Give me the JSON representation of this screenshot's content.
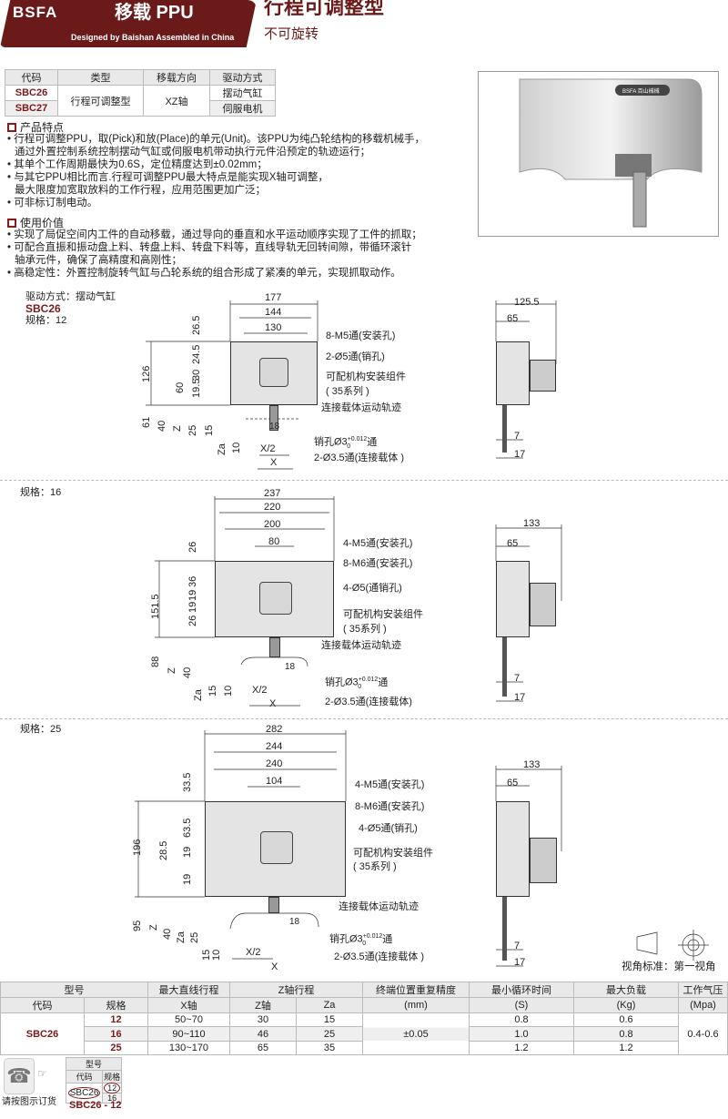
{
  "header": {
    "logo": "BSFA",
    "title": "移载 PPU",
    "subtitle": "Designed by Baishan Assembled in China",
    "page_title": "行程可调整型",
    "page_subtitle": "不可旋转",
    "brand_color": "#6b1a1a"
  },
  "type_table": {
    "headers": [
      "代码",
      "类型",
      "移载方向",
      "驱动方式"
    ],
    "rows": [
      {
        "code": "SBC26",
        "drive": "摆动气缸"
      },
      {
        "code": "SBC27",
        "drive": "伺服电机"
      }
    ],
    "type": "行程可调整型",
    "direction": "XZ轴"
  },
  "features": {
    "title": "产品特点",
    "items": [
      "行程可调整PPU，取(Pick)和放(Place)的单元(Unit)。该PPU为纯凸轮结构的移载机械手，",
      "通过外置控制系统控制摆动气缸或伺服电机带动执行元件沿预定的轨迹运行；",
      "其单个工作周期最快为0.6S，定位精度达到±0.02mm；",
      "与其它PPU相比而言.行程可调整PPU最大特点是能实现X轴可调整，",
      "最大限度加宽取放料的工作行程，应用范围更加广泛；",
      "可非标订制电动。"
    ]
  },
  "values": {
    "title": "使用价值",
    "items": [
      "实现了局促空间内工件的自动移载，通过导向的垂直和水平运动顺序实现了工件的抓取；",
      "可配合直振和振动盘上料、转盘上料、转盘下料等，直线导轨无回转间隙，带循环滚针",
      "轴承元件，确保了高精度和高刚性；",
      "高稳定性：外置控制旋转气缸与凸轮系统的组合形成了紧凑的单元，实现抓取动作。"
    ]
  },
  "photo": {
    "brand": "BSFA 百山械械"
  },
  "d1": {
    "drive": "驱动方式：摆动气缸",
    "code": "SBC26",
    "spec": "规格：12",
    "w": [
      "177",
      "144",
      "130"
    ],
    "left": [
      "26.5",
      "24.5",
      "30",
      "19.5",
      "60",
      "126"
    ],
    "low": [
      "61",
      "40",
      "Z",
      "25",
      "15",
      "Za",
      "10",
      "X/2",
      "X",
      "18"
    ],
    "callouts": [
      "8-M5通(安装孔)",
      "2-Ø5通(销孔)",
      "可配机构安装组件",
      "( 35系列 )",
      "连接载体运动轨迹",
      "销孔Ø3",
      "+0.012",
      "0",
      "通",
      "2-Ø3.5通(连接载体 )"
    ],
    "side": [
      "125.5",
      "65",
      "7",
      "17"
    ]
  },
  "d2": {
    "spec": "规格：16",
    "w": [
      "237",
      "220",
      "200",
      "80"
    ],
    "left": [
      "26",
      "36",
      "19",
      "19",
      "26",
      "151.5"
    ],
    "low": [
      "88",
      "Z",
      "40",
      "Za",
      "15",
      "10",
      "X/2",
      "X",
      "18"
    ],
    "callouts": [
      "4-M5通(安装孔)",
      "8-M6通(安装孔)",
      "4-Ø5(通销孔)",
      "可配机构安装组件",
      "( 35系列 )",
      "连接载体运动轨迹",
      "销孔Ø3",
      "+0.012",
      "0",
      "通",
      "2-Ø3.5通(连接载体)"
    ],
    "side": [
      "133",
      "65",
      "7",
      "17"
    ]
  },
  "d3": {
    "spec": "规格：25",
    "w": [
      "282",
      "244",
      "240",
      "104"
    ],
    "left": [
      "33.5",
      "63.5",
      "19",
      "19",
      "28.5",
      "196"
    ],
    "low": [
      "95",
      "Z",
      "40",
      "Za",
      "25",
      "15",
      "10",
      "X/2",
      "X",
      "18"
    ],
    "callouts": [
      "4-M5通(安装孔)",
      "8-M6通(安装孔)",
      "4-Ø5通(销孔)",
      "可配机构安装组件",
      "( 35系列 )",
      "连接载体运动轨迹",
      "销孔Ø3",
      "+0.012",
      "0",
      "通",
      "2-Ø3.5通(连接载体 )"
    ],
    "side": [
      "133",
      "65",
      "7",
      "17"
    ]
  },
  "view_angle": "视角标准：第一视角",
  "spec_table": {
    "h1": [
      "型号",
      "最大直线行程",
      "Z轴行程",
      "终端位置重复精度",
      "最小循环时间",
      "最大负载",
      "工作气压"
    ],
    "h2": [
      "代码",
      "规格",
      "X轴",
      "Z轴",
      "Za",
      "(mm)",
      "(S)",
      "(Kg)",
      "(Mpa)"
    ],
    "code": "SBC26",
    "precision": "±0.05",
    "pressure": "0.4-0.6",
    "rows": [
      {
        "spec": "12",
        "x": "50~70",
        "z": "30",
        "za": "15",
        "t": "0.8",
        "load": "0.6"
      },
      {
        "spec": "16",
        "x": "90~110",
        "z": "46",
        "za": "25",
        "t": "1.0",
        "load": "0.8"
      },
      {
        "spec": "25",
        "x": "130~170",
        "z": "65",
        "za": "35",
        "t": "1.2",
        "load": "1.2"
      }
    ]
  },
  "order": {
    "label": "请按图示订货",
    "h": "型号",
    "c1": "代码",
    "c2": "规格",
    "code": "SBC26",
    "s1": "12",
    "s2": "16",
    "result": "SBC26 - 12"
  }
}
